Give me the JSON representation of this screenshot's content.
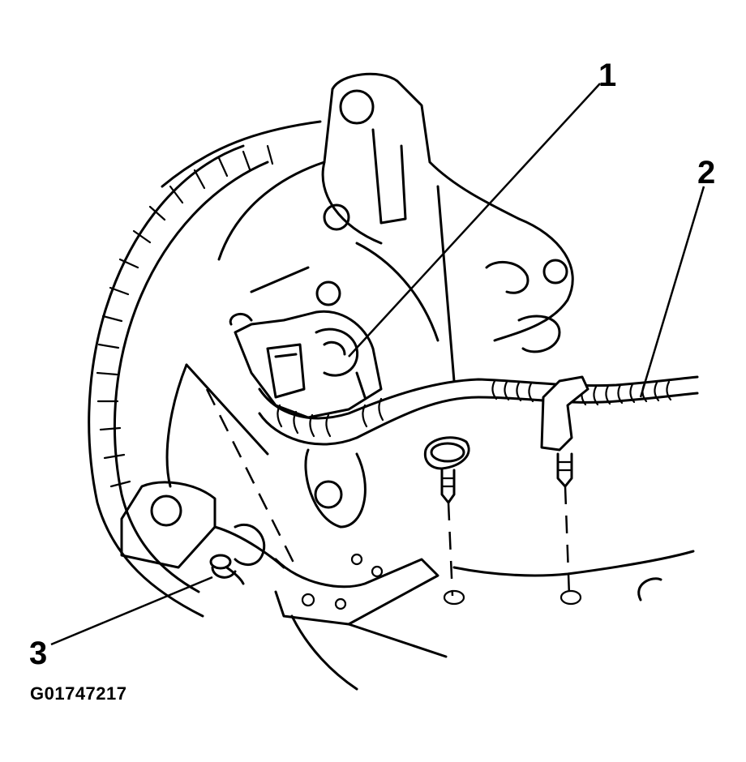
{
  "figure": {
    "id": "G01747217",
    "subject": "wheel speed sensor assembly line drawing",
    "stroke_color": "#000000",
    "background_color": "#ffffff"
  },
  "callouts": [
    {
      "label": "1",
      "target": "speed-sensor-connector"
    },
    {
      "label": "2",
      "target": "wiring-harness"
    },
    {
      "label": "3",
      "target": "sensor-bolt"
    }
  ]
}
